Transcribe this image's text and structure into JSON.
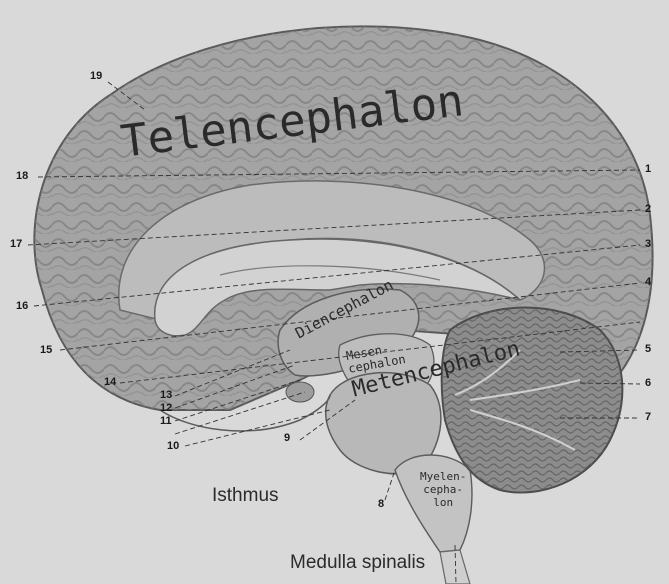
{
  "regions": {
    "telencephalon": "Telencephalon",
    "diencephalon": "Diencephalon",
    "mesencephalon": "Mesen-\ncephalon",
    "metencephalon": "Metencephalon",
    "myelencephalon": "Myelen-\ncepha-\nlon"
  },
  "captions": {
    "isthmus": "Isthmus",
    "medulla_spinalis": "Medulla spinalis"
  },
  "numbers": {
    "n1": "1",
    "n2": "2",
    "n3": "3",
    "n4": "4",
    "n5": "5",
    "n6": "6",
    "n7": "7",
    "n8": "8",
    "n9": "9",
    "n10": "10",
    "n11": "11",
    "n12": "12",
    "n13": "13",
    "n14": "14",
    "n15": "15",
    "n16": "16",
    "n17": "17",
    "n18": "18",
    "n19": "19"
  },
  "colors": {
    "background": "#d9d9d9",
    "cortex": "#a4a4a4",
    "cortex_dark": "#6f6f6f",
    "white_matter": "#c7c7c7",
    "brainstem": "#b3b3b3",
    "cerebellum": "#8c8c8c"
  }
}
